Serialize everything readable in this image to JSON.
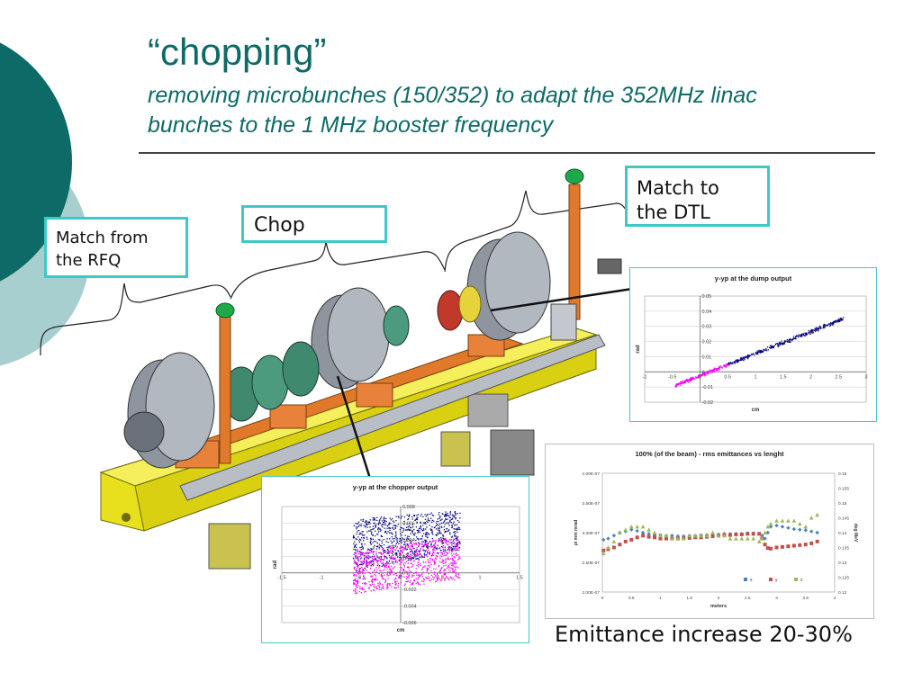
{
  "slide": {
    "title": "“chopping”",
    "subtitle_line1": "removing microbunches (150/352) to adapt the 352MHz linac",
    "subtitle_line2": "bunches  to the 1 MHz booster frequency",
    "colors": {
      "accent": "#0d6a66",
      "callout_border": "#3ec8c8",
      "deco_dark": "#0d6a66",
      "deco_light": "#a8cfcf"
    }
  },
  "callouts": {
    "rfq": {
      "line1": "Match from",
      "line2": "the RFQ"
    },
    "chop": {
      "label": "Chop"
    },
    "dtl": {
      "line1": "Match to",
      "line2": "the DTL"
    }
  },
  "emittance_caption": "Emittance increase 20-30%",
  "machine": {
    "icon": "beamline-machine-illustration"
  },
  "chart_data": [
    {
      "type": "scatter",
      "title": "y-yp at the dump output",
      "xlabel": "cm",
      "ylabel": "rad",
      "xlim": [
        -1,
        3
      ],
      "ylim": [
        -0.02,
        0.05
      ],
      "x_ticks": [
        "-1",
        "-0.5",
        "0",
        "0.5",
        "1",
        "1.5",
        "2",
        "2.5",
        "3"
      ],
      "y_ticks": [
        "-0.02",
        "-0.01",
        "0",
        "0.01",
        "0.02",
        "0.03",
        "0.04",
        "0.05"
      ],
      "grid": true,
      "series": [
        {
          "color": "#ff00ff",
          "x_range": [
            -0.45,
            0.55
          ],
          "slope": 0.0145,
          "intercept": -0.0025,
          "spread": 0.0016,
          "points": 240
        },
        {
          "color": "#0a0a82",
          "x_range": [
            0.5,
            2.6
          ],
          "slope": 0.0145,
          "intercept": -0.0025,
          "spread": 0.0018,
          "points": 380
        }
      ]
    },
    {
      "type": "scatter",
      "title": "y-yp at the chopper output",
      "xlabel": "cm",
      "ylabel": "rad",
      "xlim": [
        -1.5,
        1.5
      ],
      "ylim": [
        -0.006,
        0.008
      ],
      "x_ticks": [
        "-1.5",
        "-1",
        "-0.5",
        "0",
        "0.5",
        "1",
        "1.5"
      ],
      "y_ticks": [
        "-0.006",
        "-0.004",
        "-0.002",
        "0",
        "0.002",
        "0.004",
        "0.006",
        "0.008"
      ],
      "grid": true,
      "series": [
        {
          "color": "#0a0a82",
          "x_range": [
            -0.6,
            0.75
          ],
          "y_band_from": [
            0.0,
            0.0065
          ],
          "y_band_to": [
            0.0028,
            0.0075
          ],
          "points": 900
        },
        {
          "color": "#ff00ff",
          "x_range": [
            -0.6,
            0.75
          ],
          "y_band_from": [
            -0.0025,
            0.0025
          ],
          "y_band_to": [
            -0.0008,
            0.0045
          ],
          "points": 900
        }
      ]
    },
    {
      "type": "scatter",
      "title": "100% (of the beam) - rms emittances vs lenght",
      "xlabel": "meters",
      "ylabel": "pi mm mrad",
      "ylabel_right": "deg MeV",
      "xlim": [
        0,
        4
      ],
      "ylim": [
        2e-07,
        4e-07
      ],
      "ylim_right": [
        0.12,
        0.16
      ],
      "x_ticks": [
        "0",
        "0.5",
        "1",
        "1.5",
        "2",
        "2.5",
        "3",
        "3.5",
        "4"
      ],
      "y_ticks": [
        "2.00E-07",
        "2.50E-07",
        "3.00E-07",
        "3.50E-07",
        "4.00E-07"
      ],
      "y_ticks_right": [
        "0.12",
        "0.125",
        "0.13",
        "0.135",
        "0.14",
        "0.145",
        "0.15",
        "0.155",
        "0.16"
      ],
      "legend": [
        "x",
        "y",
        "z"
      ],
      "legend_position": "bottom-right",
      "series": [
        {
          "name": "x",
          "color": "#4f81bd",
          "shape": "diamond",
          "x": [
            0.02,
            0.1,
            0.2,
            0.3,
            0.4,
            0.5,
            0.6,
            0.7,
            0.8,
            0.9,
            1.0,
            1.1,
            1.2,
            1.3,
            1.4,
            1.5,
            1.6,
            1.7,
            1.8,
            1.9,
            2.0,
            2.1,
            2.2,
            2.3,
            2.4,
            2.5,
            2.6,
            2.7,
            2.75,
            2.8,
            2.85,
            2.9,
            3.0,
            3.1,
            3.2,
            3.3,
            3.4,
            3.5,
            3.6,
            3.7
          ],
          "y": [
            2.88e-07,
            2.9e-07,
            2.95e-07,
            3e-07,
            3.02e-07,
            3.05e-07,
            3.03e-07,
            3e-07,
            2.98e-07,
            2.96e-07,
            2.96e-07,
            2.95e-07,
            2.95e-07,
            2.94e-07,
            2.94e-07,
            2.95e-07,
            2.95e-07,
            2.96e-07,
            2.96e-07,
            2.97e-07,
            2.97e-07,
            2.98e-07,
            2.98e-07,
            2.98e-07,
            2.98e-07,
            2.99e-07,
            2.99e-07,
            2.98e-07,
            2.95e-07,
            2.9e-07,
            3e-07,
            3.1e-07,
            3.12e-07,
            3.1e-07,
            3.08e-07,
            3.06e-07,
            3.05e-07,
            3.04e-07,
            3.02e-07,
            3e-07
          ]
        },
        {
          "name": "y",
          "color": "#c0504d",
          "shape": "square",
          "x": [
            0.02,
            0.1,
            0.2,
            0.3,
            0.4,
            0.5,
            0.6,
            0.7,
            0.8,
            0.9,
            1.0,
            1.1,
            1.2,
            1.3,
            1.4,
            1.5,
            1.6,
            1.7,
            1.8,
            1.9,
            2.0,
            2.1,
            2.2,
            2.3,
            2.4,
            2.5,
            2.6,
            2.7,
            2.75,
            2.8,
            2.85,
            2.9,
            3.0,
            3.1,
            3.2,
            3.3,
            3.4,
            3.5,
            3.6,
            3.7
          ],
          "y": [
            2.7e-07,
            2.72e-07,
            2.75e-07,
            2.8e-07,
            2.85e-07,
            2.88e-07,
            2.92e-07,
            2.95e-07,
            2.93e-07,
            2.92e-07,
            2.9e-07,
            2.9e-07,
            2.9e-07,
            2.9e-07,
            2.91e-07,
            2.91e-07,
            2.92e-07,
            2.92e-07,
            2.93e-07,
            2.94e-07,
            2.95e-07,
            2.96e-07,
            2.96e-07,
            2.97e-07,
            2.97e-07,
            2.98e-07,
            2.98e-07,
            2.98e-07,
            2.9e-07,
            2.8e-07,
            2.74e-07,
            2.73e-07,
            2.75e-07,
            2.76e-07,
            2.77e-07,
            2.78e-07,
            2.79e-07,
            2.8e-07,
            2.82e-07,
            2.85e-07
          ]
        },
        {
          "name": "z",
          "color": "#9bbb59",
          "shape": "triangle",
          "x": [
            0.02,
            0.1,
            0.2,
            0.3,
            0.4,
            0.5,
            0.6,
            0.7,
            0.8,
            0.9,
            1.0,
            1.1,
            1.2,
            1.3,
            1.4,
            1.5,
            1.6,
            1.7,
            1.8,
            1.9,
            2.0,
            2.1,
            2.2,
            2.3,
            2.4,
            2.5,
            2.6,
            2.7,
            2.75,
            2.8,
            2.85,
            2.9,
            3.0,
            3.1,
            3.2,
            3.3,
            3.4,
            3.5,
            3.6,
            3.7
          ],
          "y": [
            0.133,
            0.135,
            0.137,
            0.14,
            0.141,
            0.142,
            0.142,
            0.142,
            0.141,
            0.14,
            0.139,
            0.139,
            0.138,
            0.138,
            0.138,
            0.139,
            0.139,
            0.139,
            0.139,
            0.14,
            0.139,
            0.139,
            0.138,
            0.138,
            0.138,
            0.138,
            0.138,
            0.137,
            0.138,
            0.14,
            0.142,
            0.143,
            0.144,
            0.144,
            0.144,
            0.144,
            0.143,
            0.142,
            0.145,
            0.146
          ],
          "axis": "right"
        }
      ]
    }
  ]
}
